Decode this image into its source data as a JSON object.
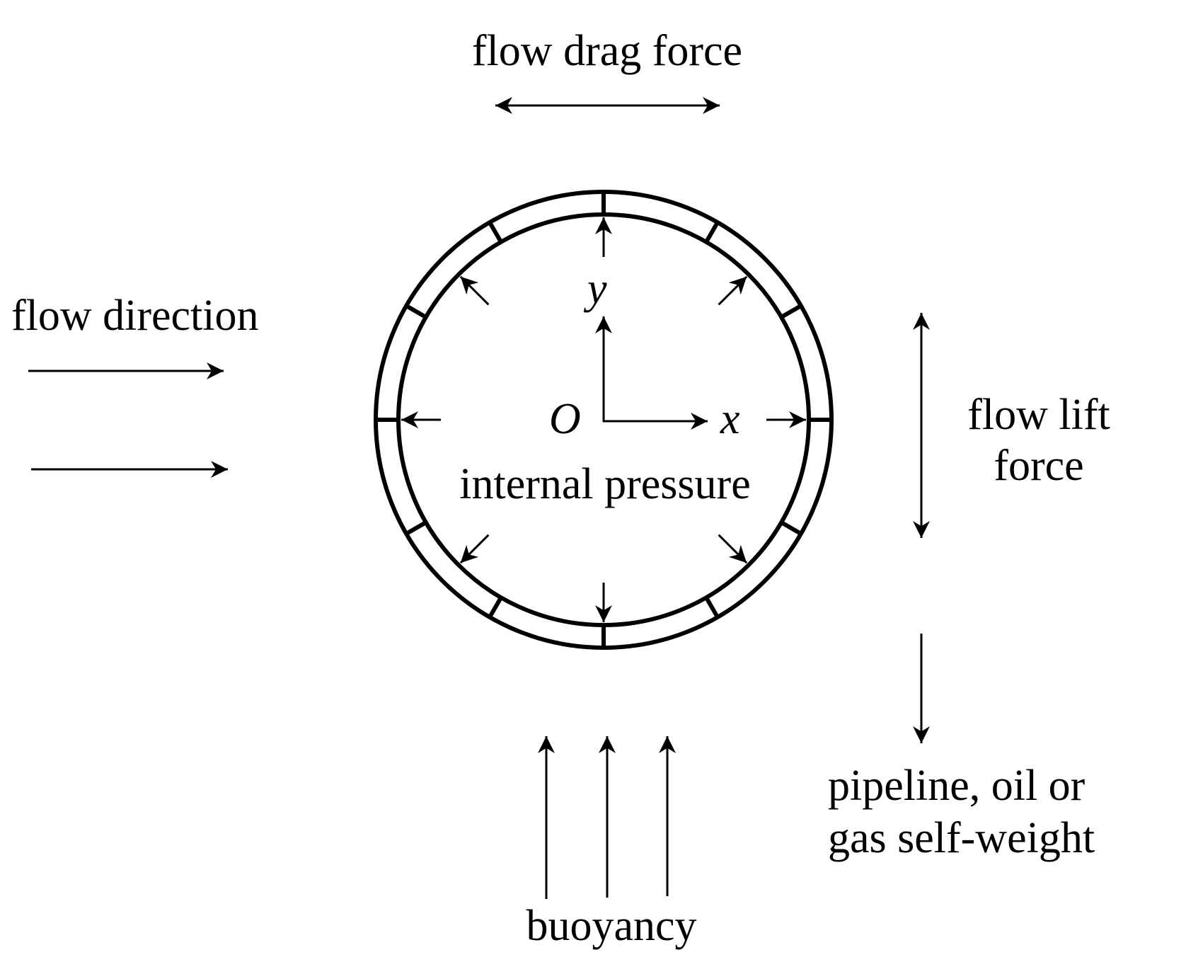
{
  "labels": {
    "flow_drag_force": "flow drag force",
    "flow_direction": "flow direction",
    "flow_lift_force_line1": "flow lift",
    "flow_lift_force_line2": "force",
    "internal_pressure": "internal pressure",
    "self_weight_line1": "pipeline, oil or",
    "self_weight_line2": "gas self-weight",
    "buoyancy": "buoyancy",
    "origin": "O",
    "x_axis": "x",
    "y_axis": "y"
  },
  "colors": {
    "stroke": "#000000",
    "background": "#ffffff"
  }
}
